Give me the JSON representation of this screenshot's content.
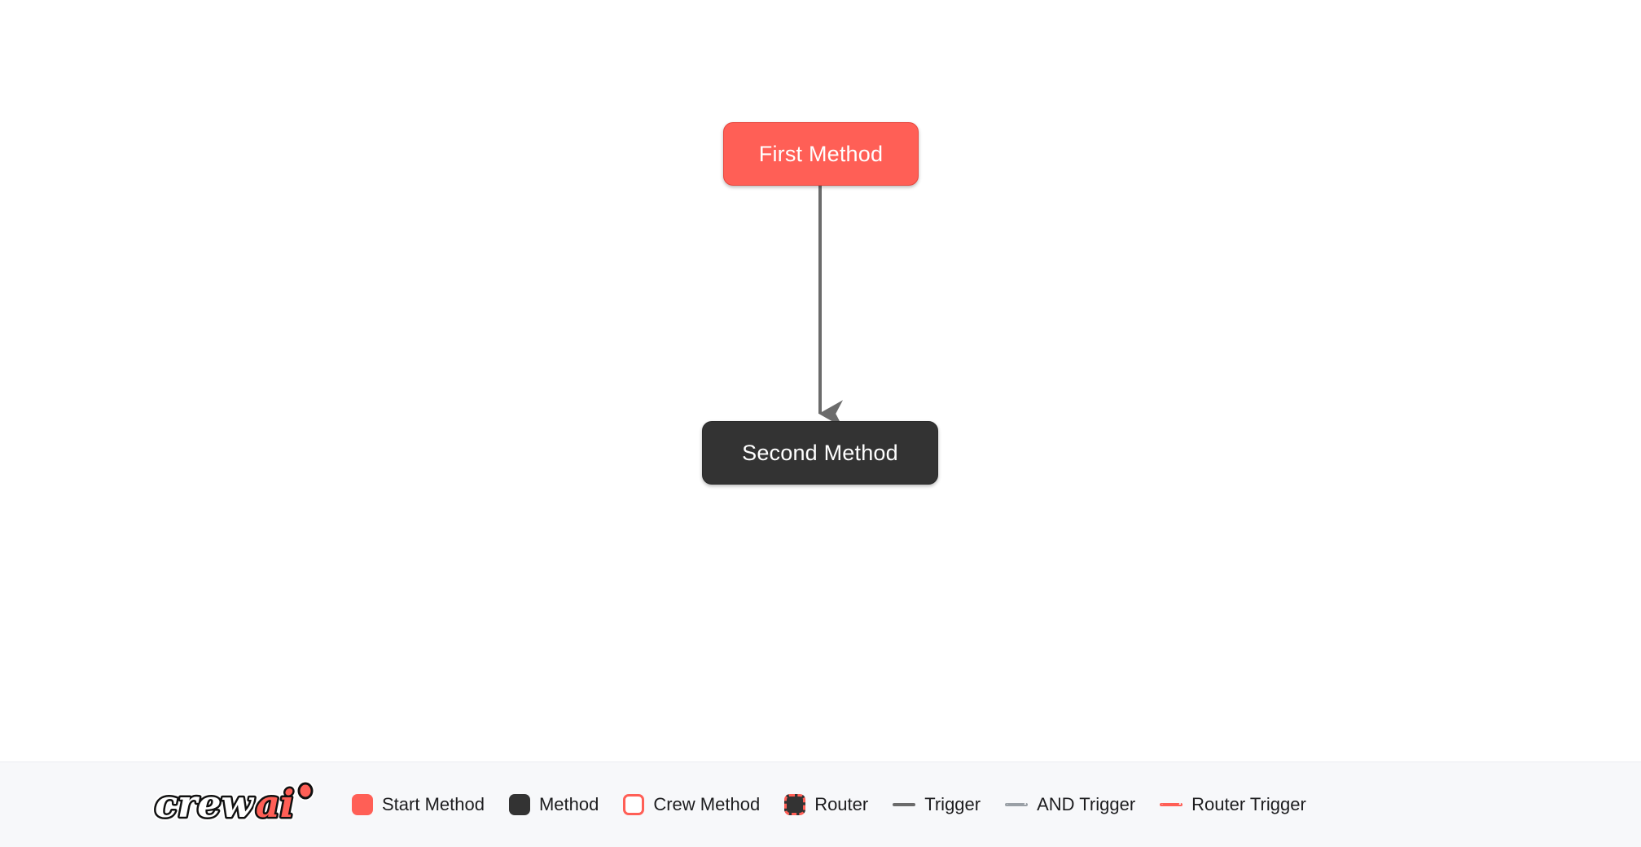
{
  "diagram": {
    "type": "flowchart",
    "nodes": [
      {
        "id": "first_method",
        "label": "First Method",
        "kind": "start-method",
        "fill": "#ff5f56",
        "text_color": "#ffffff"
      },
      {
        "id": "second_method",
        "label": "Second Method",
        "kind": "method",
        "fill": "#333333",
        "text_color": "#ffffff"
      }
    ],
    "edges": [
      {
        "from": "first_method",
        "to": "second_method",
        "kind": "trigger",
        "style": "solid",
        "color": "#6b6b6b",
        "arrow": true
      }
    ]
  },
  "legend": {
    "brand": {
      "name": "crewai",
      "part_light": "crew",
      "part_accent": "ai",
      "accent_color": "#ff5f56"
    },
    "items": [
      {
        "label": "Start Method",
        "marker": "swatch-start",
        "icon": "filled-rounded-square-icon"
      },
      {
        "label": "Method",
        "marker": "swatch-method",
        "icon": "filled-rounded-square-icon"
      },
      {
        "label": "Crew Method",
        "marker": "swatch-crew",
        "icon": "outlined-rounded-square-icon"
      },
      {
        "label": "Router",
        "marker": "swatch-router",
        "icon": "dashed-rounded-square-icon"
      },
      {
        "label": "Trigger",
        "marker": "line-trigger",
        "icon": "solid-line-icon"
      },
      {
        "label": "AND Trigger",
        "marker": "line-and-trigger",
        "icon": "dashed-line-icon"
      },
      {
        "label": "Router Trigger",
        "marker": "line-router-trig",
        "icon": "dashed-accent-line-icon"
      }
    ]
  },
  "colors": {
    "canvas_background": "#ffffff",
    "legend_background": "#f7f8fa",
    "accent": "#ff5f56",
    "dark_node": "#333333",
    "edge": "#6b6b6b",
    "text": "#1d1d1f"
  }
}
